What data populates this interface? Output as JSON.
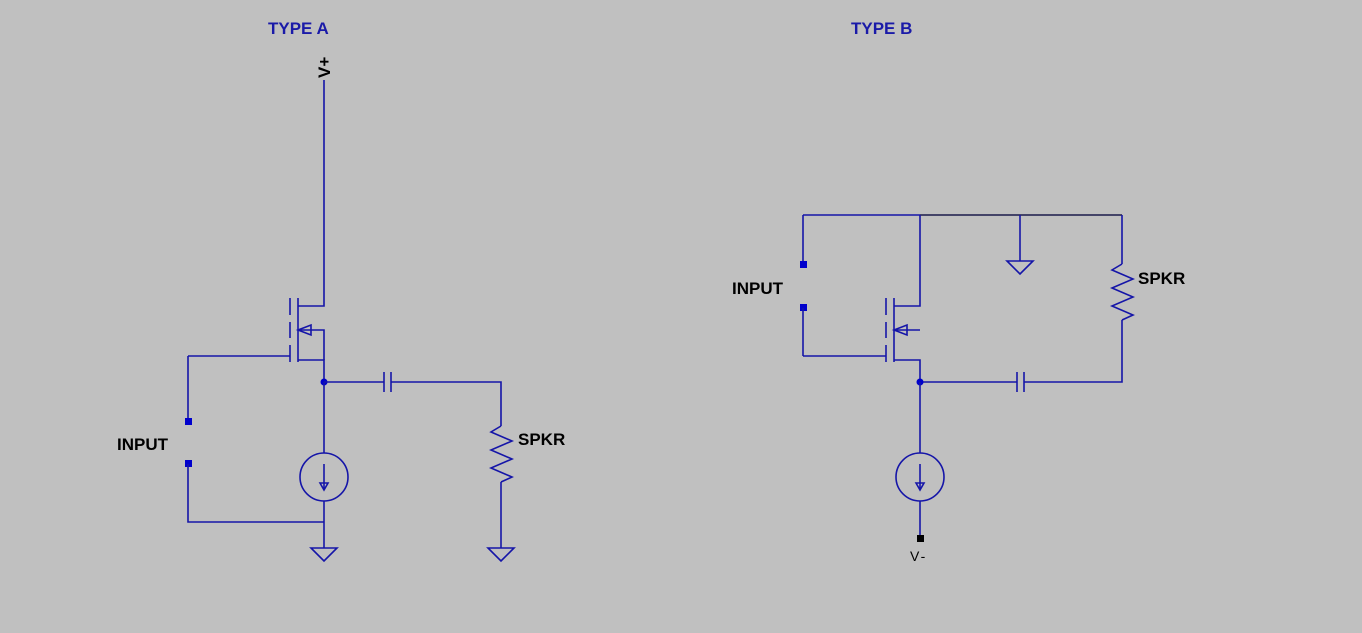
{
  "type_a": {
    "title": "TYPE A",
    "supply_label": "V+",
    "input_label": "INPUT",
    "speaker_label": "SPKR"
  },
  "type_b": {
    "title": "TYPE B",
    "supply_label": "V-",
    "input_label": "INPUT",
    "speaker_label": "SPKR"
  },
  "colors": {
    "background": "#c0c0c0",
    "wire": "#1515a8",
    "title": "#1a1aa8",
    "label": "#000000"
  }
}
